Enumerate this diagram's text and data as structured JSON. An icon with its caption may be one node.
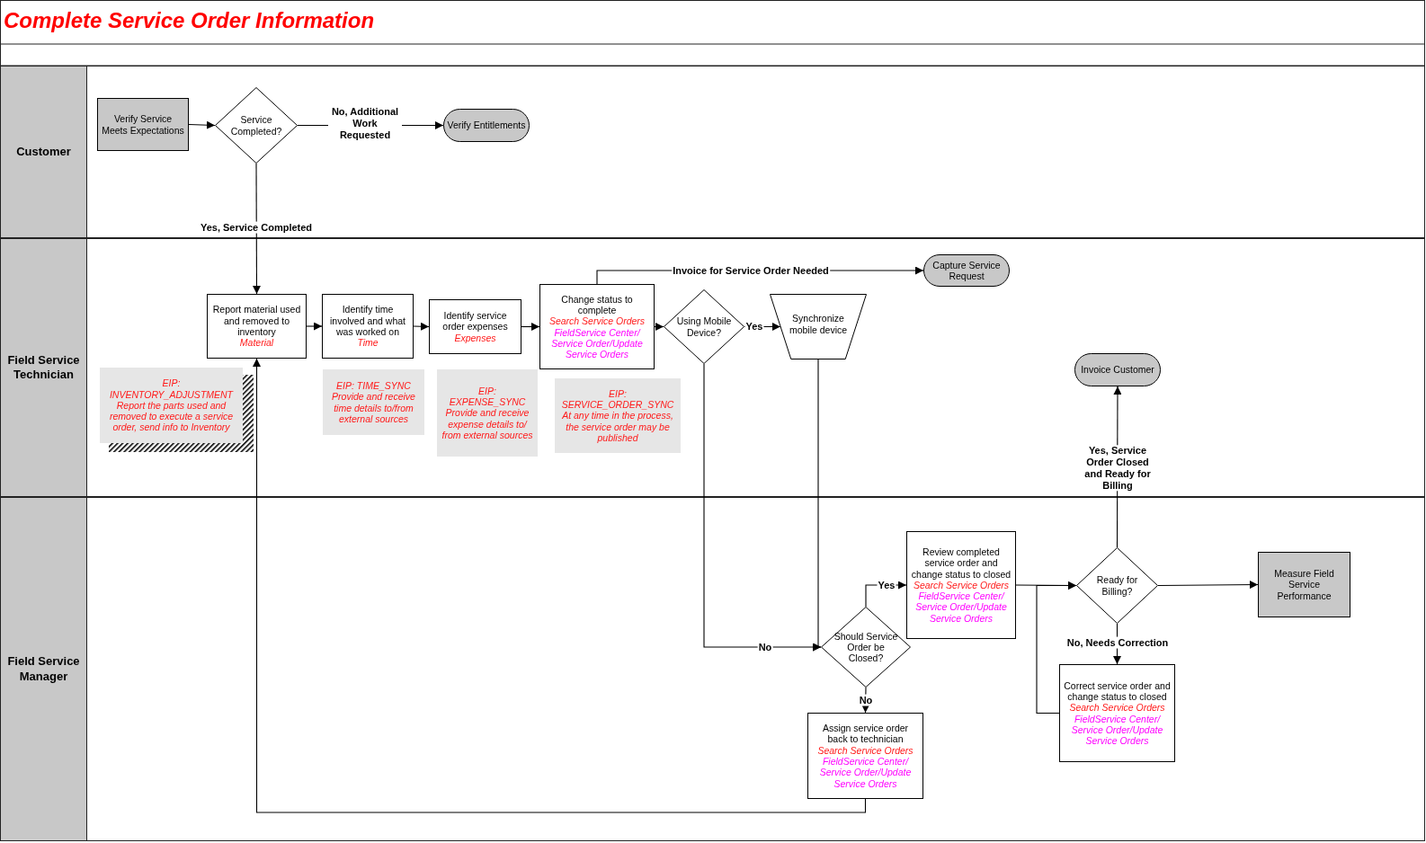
{
  "diagram": {
    "title": "Complete Service Order Information",
    "nodes": [
      {
        "text": [
          "Customer"
        ]
      },
      {
        "text": [
          "Verify Service Meets Expectations"
        ],
        "in": 0
      },
      {
        "text": [
          "Service Completed?"
        ],
        "in": 0
      },
      {
        "text": [
          "Verify Entitlements"
        ],
        "in": 0
      },
      {
        "text": [
          "Field Service Technician"
        ]
      },
      {
        "text": [
          "Report material used and removed to inventory",
          "Material"
        ],
        "in": 4
      },
      {
        "text": [
          "Identify time involved and what was worked on",
          "Time"
        ],
        "in": 4
      },
      {
        "text": [
          "Identify service order expenses",
          "Expenses"
        ],
        "in": 4
      },
      {
        "text": [
          "Change status to complete",
          "Search Service Orders",
          "FieldService Center/ Service Order/Update Service Orders"
        ],
        "in": 4
      },
      {
        "text": [
          "Using Mobile Device?"
        ],
        "in": 4
      },
      {
        "text": [
          "Synchronize mobile device"
        ],
        "in": 4
      },
      {
        "text": [
          "Capture Service Request"
        ],
        "in": 4
      },
      {
        "text": [
          "Invoice Customer"
        ],
        "in": 4
      },
      {
        "text": [
          "EIP: INVENTORY_ADJUSTMENT Report the parts used and removed to execute a service order, send info to Inventory"
        ],
        "in": 4
      },
      {
        "text": [
          "EIP:  TIME_SYNC Provide and receive time details to/from external sources"
        ],
        "in": 4
      },
      {
        "text": [
          "EIP: EXPENSE_SYNC Provide and receive expense details to/ from external sources"
        ],
        "in": 4
      },
      {
        "text": [
          "EIP: SERVICE_ORDER_SYNC At any time in the process, the service order may be published"
        ],
        "in": 4
      },
      {
        "text": [
          "Field Service Manager"
        ]
      },
      {
        "text": [
          "Should Service Order be Closed?"
        ],
        "in": 17
      },
      {
        "text": [
          "Review completed service order and change status to closed",
          "Search Service Orders",
          "FieldService Center/ Service Order/Update Service Orders"
        ],
        "in": 17
      },
      {
        "text": [
          "Ready for Billing?"
        ],
        "in": 17
      },
      {
        "text": [
          "Measure Field Service Performance"
        ],
        "in": 17
      },
      {
        "text": [
          "Correct service order and change status to closed",
          "Search Service Orders",
          "FieldService Center/ Service Order/Update Service Orders"
        ],
        "in": 17
      },
      {
        "text": [
          "Assign service order back to technician",
          "Search Service Orders",
          "FieldService Center/ Service Order/Update Service Orders"
        ],
        "in": 17
      }
    ],
    "edges": [
      {
        "from": 1,
        "to": 2,
        "arrow": "to"
      },
      {
        "from": 2,
        "to": 3,
        "arrow": "to",
        "label": "No, Additional Work Requested"
      },
      {
        "from": 2,
        "to": 5,
        "arrow": "to",
        "label": "Yes, Service Completed"
      },
      {
        "from": 5,
        "to": 6,
        "arrow": "to"
      },
      {
        "from": 6,
        "to": 7,
        "arrow": "to"
      },
      {
        "from": 7,
        "to": 8,
        "arrow": "to"
      },
      {
        "from": 8,
        "to": 9,
        "arrow": "to"
      },
      {
        "from": 8,
        "to": 11,
        "arrow": "to",
        "label": "Invoice for Service Order Needed"
      },
      {
        "from": 9,
        "to": 10,
        "arrow": "to",
        "label": "Yes"
      },
      {
        "from": 9,
        "to": 18,
        "arrow": "to",
        "label": "No"
      },
      {
        "from": 10,
        "to": 18,
        "arrow": "to"
      },
      {
        "from": 18,
        "to": 19,
        "arrow": "to",
        "label": "Yes"
      },
      {
        "from": 18,
        "to": 23,
        "arrow": "to",
        "label": "No"
      },
      {
        "from": 19,
        "to": 20,
        "arrow": "to"
      },
      {
        "from": 22,
        "to": 20,
        "arrow": "to"
      },
      {
        "from": 20,
        "to": 21,
        "arrow": "to"
      },
      {
        "from": 20,
        "to": 12,
        "arrow": "to",
        "label": "Yes, Service Order Closed and Ready for Billing"
      },
      {
        "from": 20,
        "to": 22,
        "arrow": "to",
        "label": "No, Needs Correction"
      },
      {
        "from": 23,
        "to": 5,
        "arrow": "to"
      }
    ]
  }
}
